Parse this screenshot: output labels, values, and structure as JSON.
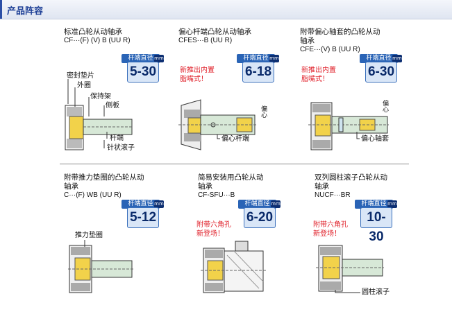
{
  "header": {
    "title": "产品阵容"
  },
  "products": [
    {
      "name": "标准凸轮从动轴承",
      "code": "CF···(F) (V) B (UU R)",
      "badge_label": "杆端直径",
      "badge_unit": "mm",
      "range": "5-30",
      "labels": {
        "seal": "密封垫片",
        "outer_ring": "外圈",
        "cage": "保持架",
        "side_plate": "侧板",
        "stud": "杆端",
        "needle": "针状滚子"
      }
    },
    {
      "name": "偏心杆端凸轮从动轴承",
      "code": "CFES···B (UU R)",
      "badge_label": "杆端直径",
      "badge_unit": "mm",
      "range": "6-18",
      "note_line1": "新推出内置",
      "note_line2": "脂嘴式！",
      "labels": {
        "eccentric": "偏心",
        "eccentric_stud": "偏心杆端"
      }
    },
    {
      "name_line1": "附带偏心轴套的凸轮从动",
      "name_line2": "轴承",
      "code": "CFE···(V) B (UU R)",
      "badge_label": "杆端直径",
      "badge_unit": "mm",
      "range": "6-30",
      "note_line1": "新推出内置",
      "note_line2": "脂嘴式！",
      "labels": {
        "eccentric": "偏心",
        "eccentric_sleeve": "偏心轴套"
      }
    },
    {
      "name_line1": "附带推力垫圈的凸轮从动",
      "name_line2": "轴承",
      "code": "C···(F) WB (UU R)",
      "badge_label": "杆端直径",
      "badge_unit": "mm",
      "range": "5-12",
      "labels": {
        "thrust_washer": "推力垫圈"
      }
    },
    {
      "name_line1": "简易安装用凸轮从动",
      "name_line2": "轴承",
      "code": "CF-SFU···B",
      "badge_label": "杆端直径",
      "badge_unit": "mm",
      "range": "6-20",
      "note_line1": "附带六角孔",
      "note_line2": "新登场！"
    },
    {
      "name_line1": "双列圆柱滚子凸轮从动",
      "name_line2": "轴承",
      "code": "NUCF···BR",
      "badge_label": "杆端直径",
      "badge_unit": "mm",
      "range": "10-30",
      "note_line1": "附带六角孔",
      "note_line2": "新登场！",
      "labels": {
        "cyl_roller": "圆柱滚子"
      }
    }
  ],
  "colors": {
    "header_text": "#1d3f96",
    "badge_blue": "#2a64b6",
    "note_red": "#e0202a",
    "yellow": "#f2d24a",
    "hatch": "#8a8a8a"
  }
}
